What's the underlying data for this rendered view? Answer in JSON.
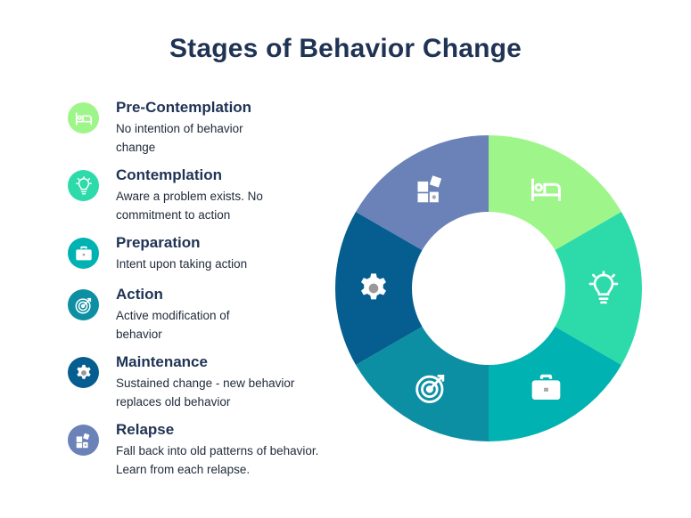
{
  "title": "Stages of Behavior Change",
  "colors": {
    "title": "#1f3354",
    "stage_colors": [
      "#9ef58a",
      "#2ddbaa",
      "#00b2b1",
      "#0d8fa3",
      "#055e8f",
      "#6a82b7"
    ]
  },
  "stages": [
    {
      "name": "Pre-Contemplation",
      "description": "No intention of behavior change",
      "icon": "bed-icon",
      "color": "#9ef58a"
    },
    {
      "name": "Contemplation",
      "description": "Aware a problem exists.  No commitment to action",
      "icon": "lightbulb-icon",
      "color": "#2ddbaa"
    },
    {
      "name": "Preparation",
      "description": "Intent upon taking action",
      "icon": "briefcase-icon",
      "color": "#00b2b1"
    },
    {
      "name": "Action",
      "description": "Active modification of behavior",
      "icon": "target-icon",
      "color": "#0d8fa3"
    },
    {
      "name": "Maintenance",
      "description": "Sustained change - new behavior replaces old behavior",
      "icon": "gear-icon",
      "color": "#055e8f"
    },
    {
      "name": "Relapse",
      "description": "Fall back into old patterns of behavior.  Learn from each relapse.",
      "icon": "puzzle-icon",
      "color": "#6a82b7"
    }
  ]
}
